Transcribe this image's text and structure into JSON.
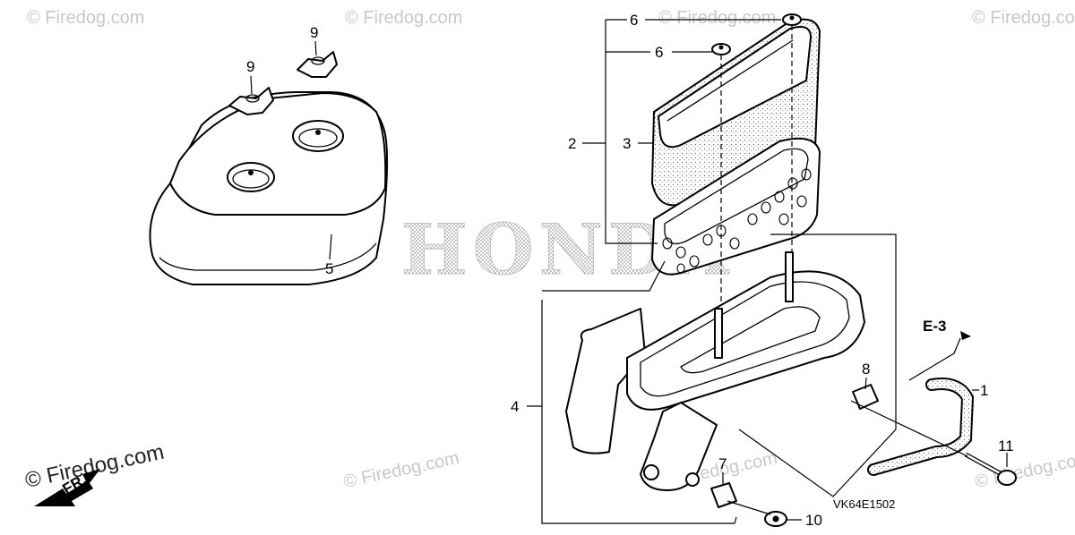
{
  "diagram": {
    "brand_text": "HONDA",
    "drawing_code": "VK64E1502",
    "reference_label": "E-3",
    "direction_label": "FR.",
    "watermark": "© Firedog.com",
    "callouts": [
      "1",
      "2",
      "3",
      "4",
      "5",
      "6",
      "6",
      "7",
      "8",
      "9",
      "9",
      "10",
      "11"
    ]
  }
}
